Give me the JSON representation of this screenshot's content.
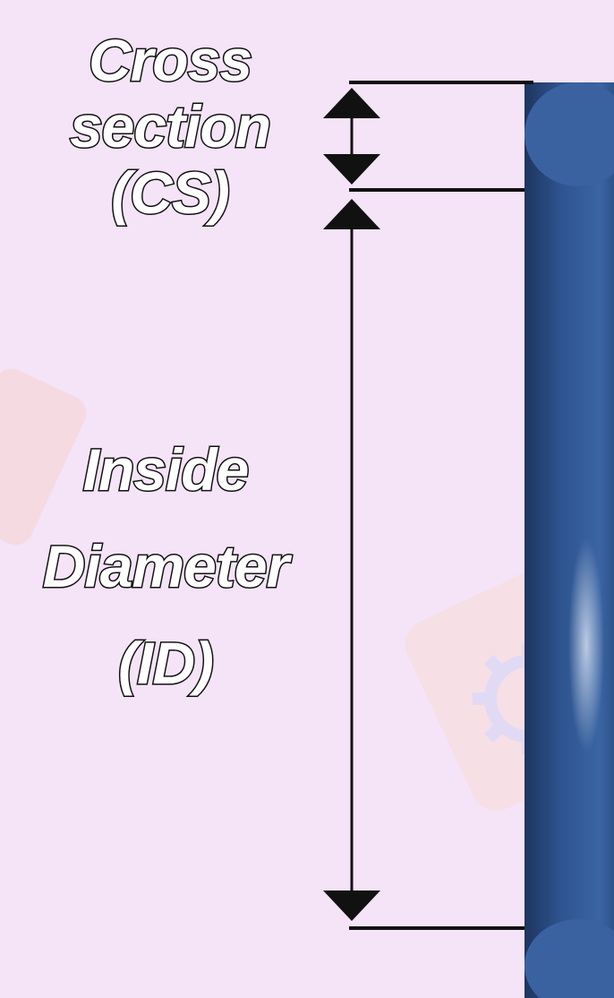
{
  "diagram": {
    "cross_section_label": [
      "Cross",
      "section",
      "(CS)"
    ],
    "inside_diameter_label": [
      "Inside",
      "Diameter",
      "(ID)"
    ],
    "colors": {
      "background": "#f5e3f8",
      "oring_fill": "#2f5590",
      "oring_dark": "#1d355f",
      "dimension_lines": "#111111"
    },
    "shape": "o-ring-side-view",
    "watermark_icons": [
      "gear-icon"
    ]
  }
}
